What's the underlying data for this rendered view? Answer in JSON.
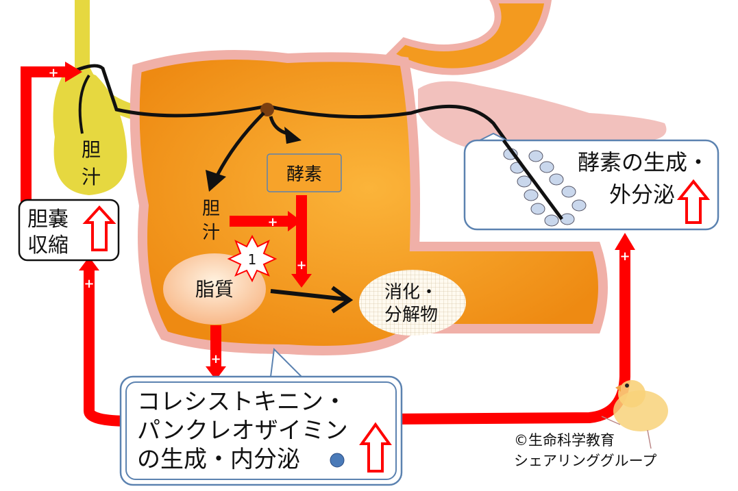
{
  "gallbladder": {
    "label_line1": "胆",
    "label_line2": "汁"
  },
  "gallbladder_contraction": {
    "line1": "胆嚢",
    "line2": "収縮"
  },
  "enzyme_box": {
    "label": "酵素"
  },
  "bile_label": {
    "line1": "胆",
    "line2": "汁"
  },
  "lipid": {
    "label": "脂質"
  },
  "star": {
    "label": "1"
  },
  "digest": {
    "line1": "消化・",
    "line2": "分解物"
  },
  "pancreas_callout": {
    "line1": "酵素の生成・",
    "line2": "外分泌"
  },
  "hormone_callout": {
    "line1": "コレシストキニン・",
    "line2": "パンクレオザイミン",
    "line3": "の生成・内分泌"
  },
  "credit": {
    "line1": "©生命科学教育",
    "line2": "シェアリンググループ"
  },
  "plus_sign": "+",
  "colors": {
    "arrow_red": "#ff0000",
    "duodenum": "#f39a1f",
    "gallbladder": "#e6d840",
    "pancreas": "#f2c1bd",
    "callout_border": "#5b82b0"
  }
}
